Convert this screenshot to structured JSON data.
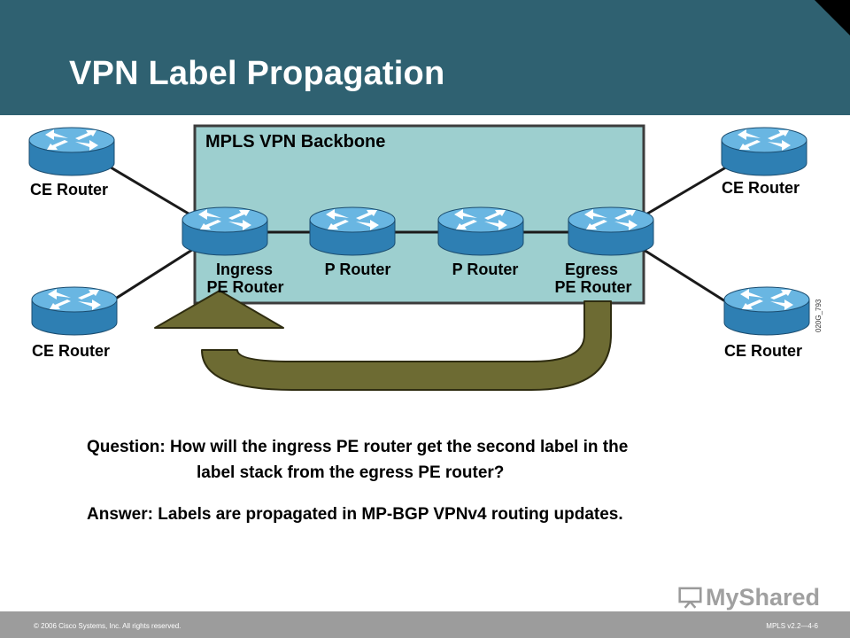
{
  "slide": {
    "title": "VPN Label Propagation",
    "footer_copyright": "© 2006 Cisco Systems, Inc. All rights reserved.",
    "footer_version": "MPLS v2.2—4-6",
    "watermark": "MyShared",
    "image_code": "020G_793"
  },
  "diagram": {
    "backbone_label": "MPLS VPN Backbone",
    "ce_routers": [
      {
        "label": "CE Router"
      },
      {
        "label": "CE Router"
      },
      {
        "label": "CE Router"
      },
      {
        "label": "CE Router"
      }
    ],
    "core_routers": [
      {
        "line1": "Ingress",
        "line2": "PE Router"
      },
      {
        "line1": "P Router",
        "line2": ""
      },
      {
        "line1": "P Router",
        "line2": ""
      },
      {
        "line1": "Egress",
        "line2": "PE Router"
      }
    ],
    "colors": {
      "backbone_fill": "#9dcfcf",
      "router_body": "#2e7fb3",
      "router_top": "#69b6e2",
      "arrow_fill": "#6d6b33",
      "header": "#2f6171"
    }
  },
  "text": {
    "question_line1": "Question: How will the ingress PE router get the second label in the",
    "question_line2": "label stack from the egress PE router?",
    "answer": "Answer: Labels are propagated in MP-BGP VPNv4 routing updates."
  }
}
